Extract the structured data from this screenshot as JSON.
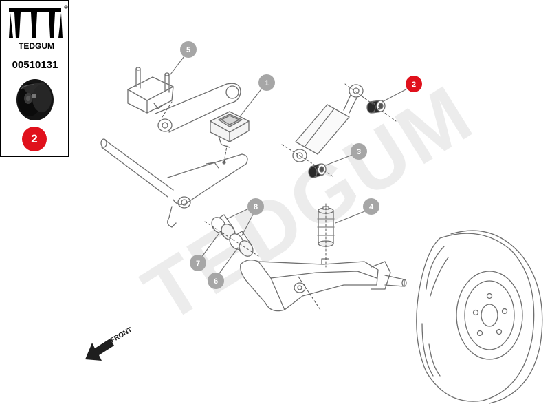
{
  "brand": {
    "name": "TEDGUM",
    "part_number": "00510131",
    "registered_mark": "®",
    "selected_position": "2",
    "watermark": "TEDGUM"
  },
  "direction_label": "FRONT",
  "callouts": [
    {
      "id": "1",
      "highlighted": false
    },
    {
      "id": "2",
      "highlighted": true
    },
    {
      "id": "3",
      "highlighted": false
    },
    {
      "id": "4",
      "highlighted": false
    },
    {
      "id": "5",
      "highlighted": false
    },
    {
      "id": "6",
      "highlighted": false
    },
    {
      "id": "7",
      "highlighted": false
    },
    {
      "id": "8",
      "highlighted": false
    }
  ],
  "colors": {
    "highlight": "#e0111c",
    "callout_gray": "#a6a6a6",
    "line": "#6e6e6e",
    "watermark": "#ececec",
    "part_dark": "#1a1a1a"
  }
}
